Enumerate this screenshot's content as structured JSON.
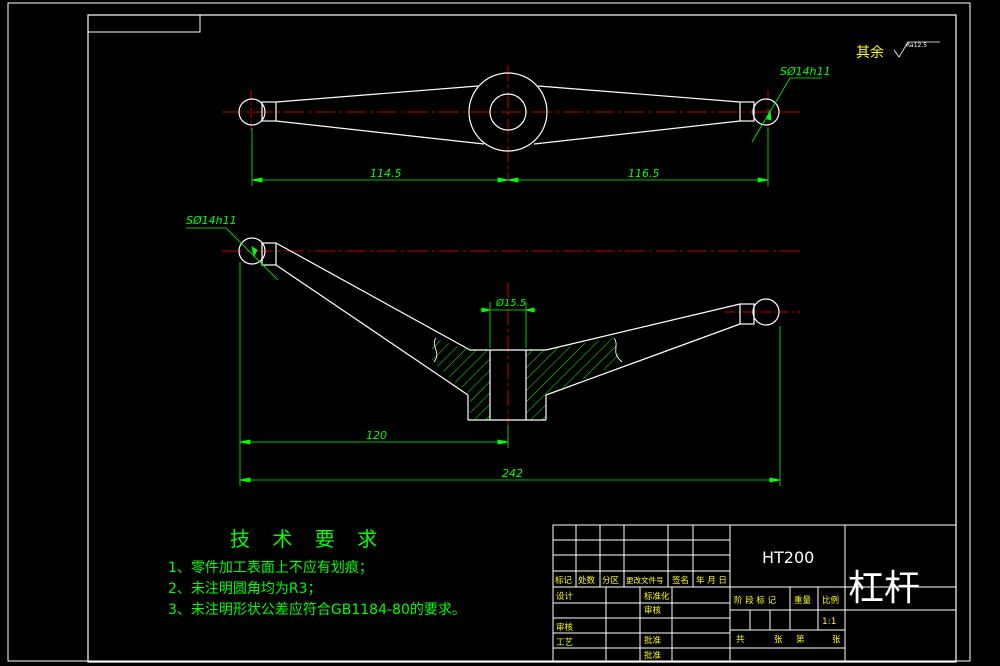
{
  "drawing": {
    "roughness_label": "其余",
    "roughness_value": "Ra12.5",
    "dimensions": {
      "sphere_top": "SØ14h11",
      "sphere_side": "SØ14h11",
      "top_left": "114.5",
      "top_right": "116.5",
      "bore": "Ø15.5",
      "partial_length": "120",
      "total_length": "242"
    }
  },
  "requirements": {
    "title": "技 术 要 求",
    "items": [
      "1、零件加工表面上不应有划痕；",
      "2、未注明圆角均为R3；",
      "3、未注明形状公差应符合GB1184-80的要求。"
    ]
  },
  "title_block": {
    "material": "HT200",
    "part_name": "杠杆",
    "revision_headers": [
      "标记",
      "处数",
      "分区",
      "更改文件号",
      "签名",
      "年 月 日"
    ],
    "sign_left": [
      "设计",
      "审核",
      "工艺"
    ],
    "sign_mid": [
      "标准化",
      "",
      "审核",
      "",
      "批准"
    ],
    "stage_headers": [
      "阶 段 标 记",
      "重量",
      "比例"
    ],
    "scale": "1:1",
    "sheet_info": [
      "共",
      "张",
      "第",
      "张"
    ]
  }
}
